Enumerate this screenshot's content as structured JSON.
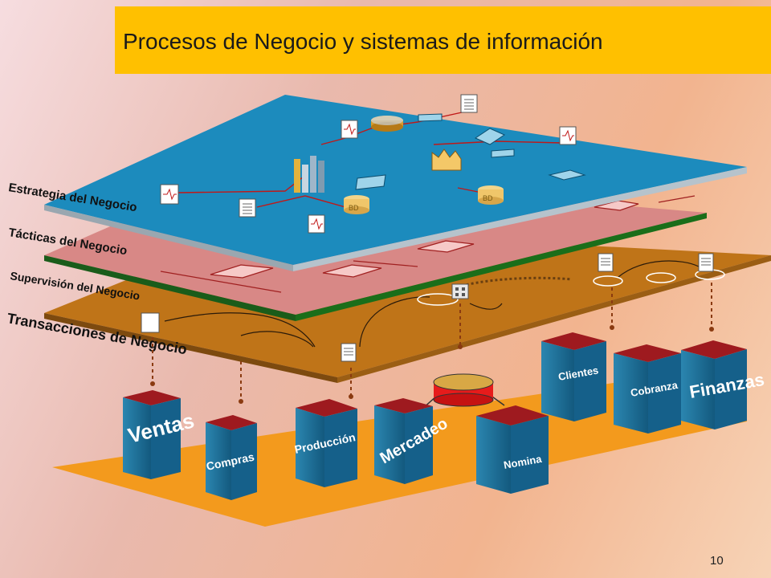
{
  "title": "Procesos de Negocio y sistemas de información",
  "layers": {
    "strategy": "Estrategia del Negocio",
    "tactics": "Tácticas del Negocio",
    "supervision": "Supervisión del Negocio",
    "transactions": "Transacciones de Negocio"
  },
  "systems": {
    "ventas": "Ventas",
    "compras": "Compras",
    "produccion": "Producción",
    "mercadeo": "Mercadeo",
    "nomina": "Nomina",
    "clientes": "Clientes",
    "cobranza": "Cobranza",
    "finanzas": "Finanzas"
  },
  "db_labels": {
    "bd": "BD"
  },
  "page_number": "10",
  "colors": {
    "title_bar": "#ffc000",
    "strategy_layer": "#1f8fc0",
    "tactics_layer": "#d98a8a",
    "transactions_layer": "#c9791a",
    "base_layer": "#f59c20",
    "system_box": "#1f6f97",
    "box_top": "#9e1a1f"
  }
}
